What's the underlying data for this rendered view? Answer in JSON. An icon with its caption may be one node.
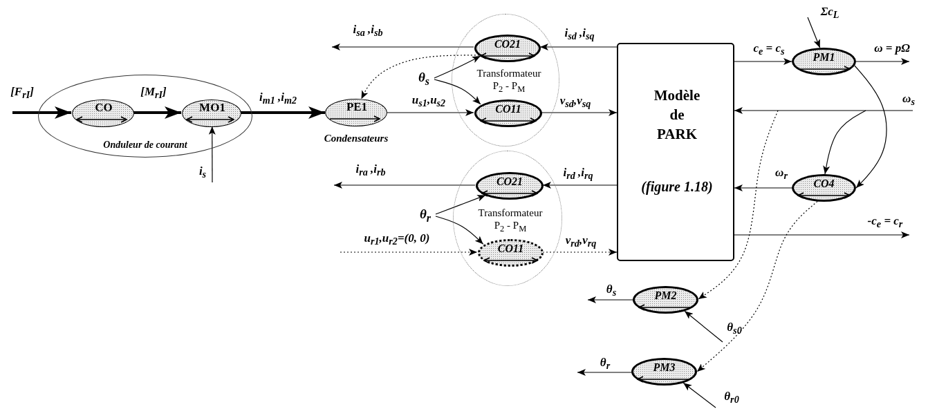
{
  "diagram": {
    "nodes": [
      {
        "text": [
          "Onduleur de courant"
        ]
      },
      {
        "text": [
          "CO"
        ],
        "in": 0
      },
      {
        "text": [
          "MO1"
        ],
        "in": 0
      },
      {
        "text": [
          "PE1"
        ],
        "beside": [
          "Condensateurs"
        ]
      },
      {
        "text": [
          "Transformateur P$_{2}$ - P$_{M}$"
        ]
      },
      {
        "text": [
          "CO21"
        ],
        "in": 4
      },
      {
        "text": [
          "CO11"
        ],
        "in": 4
      },
      {
        "text": [
          "Transformateur P$_{2}$ - P$_{M}$"
        ]
      },
      {
        "text": [
          "CO21"
        ],
        "in": 7
      },
      {
        "text": [
          "CO11"
        ],
        "in": 7
      },
      {
        "text": [
          "Modèle de PARK",
          "(figure 1.18)"
        ]
      },
      {
        "text": [
          "PM1"
        ]
      },
      {
        "text": [
          "CO4"
        ]
      },
      {
        "text": [
          "PM2"
        ]
      },
      {
        "text": [
          "PM3"
        ]
      },
      {
        "text": [
          "θ$_{s}$"
        ]
      },
      {
        "text": [
          "θ$_{r}$"
        ]
      }
    ],
    "edges": [
      {
        "from": null,
        "to": 1,
        "arrow": "to",
        "label": "[F$_{rI}$]",
        "style": "thick"
      },
      {
        "from": 1,
        "to": 2,
        "arrow": "to",
        "label": "[M$_{rI}$]",
        "style": "thick"
      },
      {
        "from": null,
        "to": 2,
        "arrow": "to",
        "label": "i$_{s}$"
      },
      {
        "from": 2,
        "to": 3,
        "arrow": "to",
        "label": "i$_{m1}$ ,i$_{m2}$",
        "style": "thick"
      },
      {
        "from": 3,
        "to": 6,
        "arrow": "to",
        "label": "u$_{s1}$,u$_{s2}$"
      },
      {
        "from": 5,
        "to": null,
        "arrow": "to",
        "label": "i$_{sa}$ ,i$_{sb}$"
      },
      {
        "from": 10,
        "to": 5,
        "arrow": "to",
        "label": "i$_{sd}$ ,i$_{sq}$"
      },
      {
        "from": 15,
        "to": 5,
        "arrow": "to"
      },
      {
        "from": 15,
        "to": 6,
        "arrow": "to"
      },
      {
        "from": 5,
        "to": 3,
        "arrow": "to",
        "style": "dashed"
      },
      {
        "from": 6,
        "to": 10,
        "arrow": "to",
        "label": "v$_{sd}$,v$_{sq}$"
      },
      {
        "from": 8,
        "to": null,
        "arrow": "to",
        "label": "i$_{ra}$ ,i$_{rb}$"
      },
      {
        "from": 10,
        "to": 8,
        "arrow": "to",
        "label": "i$_{rd}$ ,i$_{rq}$"
      },
      {
        "from": 16,
        "to": 8,
        "arrow": "to"
      },
      {
        "from": 16,
        "to": 9,
        "arrow": "to"
      },
      {
        "from": null,
        "to": 9,
        "arrow": "to",
        "label": "u$_{r1}$,u$_{r2}$=(0, 0)",
        "style": "dashed"
      },
      {
        "from": 9,
        "to": 10,
        "arrow": "to",
        "label": "v$_{rd}$,v$_{rq}$",
        "style": "dashed"
      },
      {
        "from": 10,
        "to": 11,
        "arrow": "to",
        "label": "c$_{e}$ = c$_{s}$"
      },
      {
        "from": null,
        "to": 11,
        "arrow": "to",
        "label": "Σc$_{L}$"
      },
      {
        "from": 11,
        "to": null,
        "arrow": "to",
        "label": "ω = pΩ"
      },
      {
        "from": null,
        "to": 10,
        "arrow": "to",
        "label": "ω$_{s}$"
      },
      {
        "from": null,
        "to": 12,
        "arrow": "to"
      },
      {
        "from": 11,
        "to": 12,
        "arrow": "to"
      },
      {
        "from": 12,
        "to": 10,
        "arrow": "to",
        "label": "ω$_{r}$"
      },
      {
        "from": 10,
        "to": null,
        "arrow": "to",
        "label": "-c$_{e}$ = c$_{r}$"
      },
      {
        "from": null,
        "to": 13,
        "arrow": "to",
        "style": "dashed"
      },
      {
        "from": 12,
        "to": 14,
        "arrow": "to",
        "style": "dashed"
      },
      {
        "from": 13,
        "to": null,
        "arrow": "to",
        "label": "θ$_{s}$"
      },
      {
        "from": null,
        "to": 13,
        "arrow": "to",
        "label": "θ$_{s0}$"
      },
      {
        "from": 14,
        "to": null,
        "arrow": "to",
        "label": "θ$_{r}$"
      },
      {
        "from": null,
        "to": 14,
        "arrow": "to",
        "label": "θ$_{r0}$"
      }
    ]
  }
}
